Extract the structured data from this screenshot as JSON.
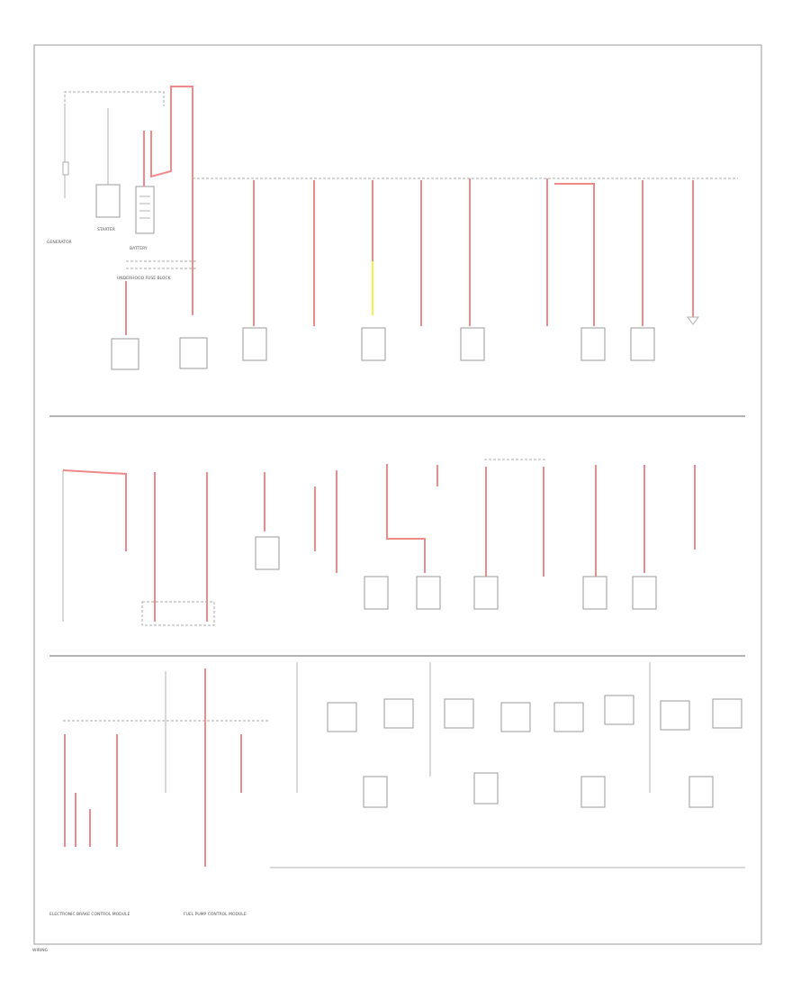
{
  "diagram": {
    "labels": {
      "generator": "GENERATOR",
      "starter": "STARTER",
      "battery": "BATTERY",
      "fuse_block_note": "UNDERHOOD FUSE BLOCK",
      "footer_left": "ELECTRONIC BRAKE CONTROL MODULE",
      "footer_mid": "FUEL PUMP CONTROL MODULE",
      "corner_mark": "WIRING"
    },
    "colors": {
      "wire_power": "#f08a8a",
      "wire_yellow": "#f2f24a",
      "frame": "#9a9a9a"
    }
  }
}
